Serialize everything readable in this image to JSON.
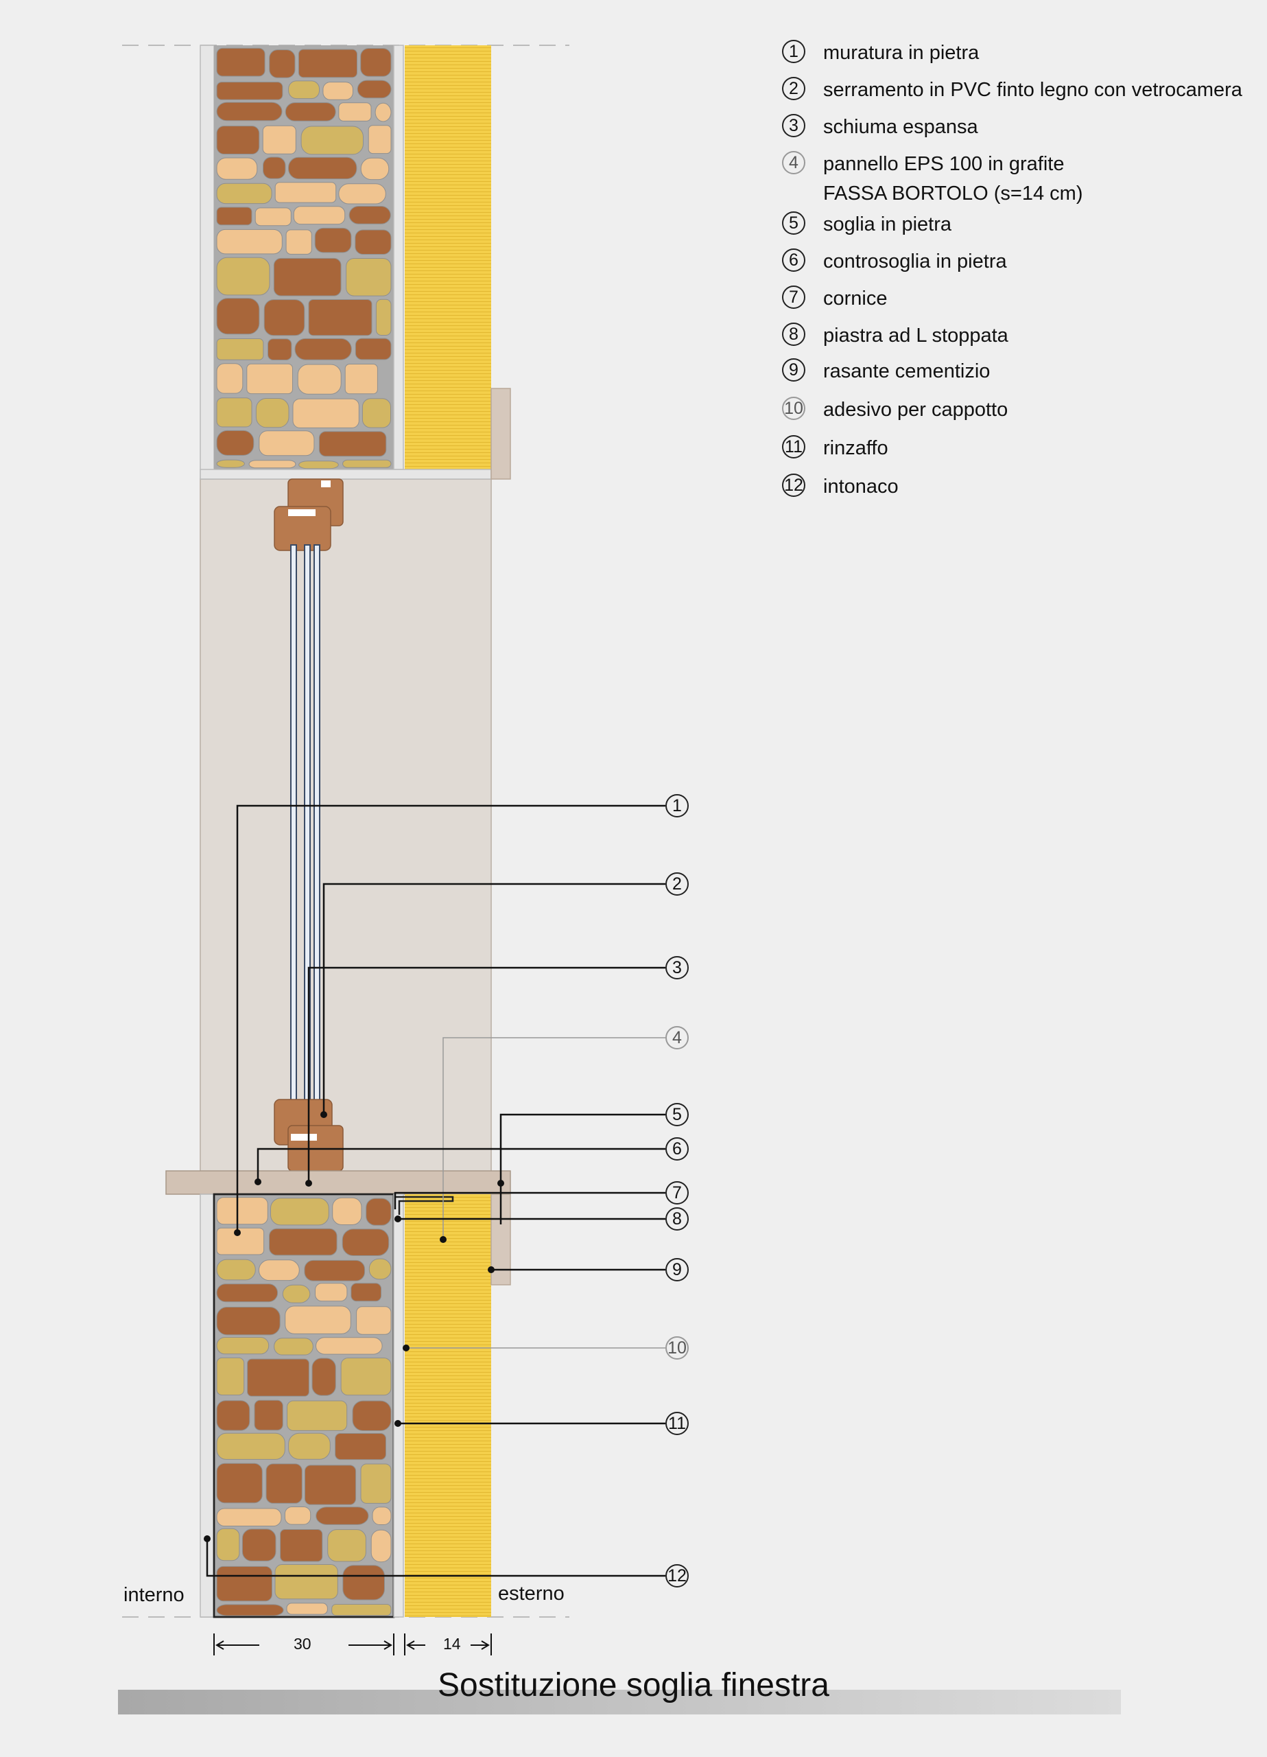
{
  "legend": [
    {
      "num": "1",
      "text": "muratura in pietra"
    },
    {
      "num": "2",
      "text": "serramento in PVC finto legno con vetrocamera"
    },
    {
      "num": "3",
      "text": "schiuma espansa"
    },
    {
      "num": "4",
      "text": "pannello EPS 100 in grafite\nFASSA BORTOLO (s=14 cm)"
    },
    {
      "num": "5",
      "text": "soglia in pietra"
    },
    {
      "num": "6",
      "text": "controsoglia in pietra"
    },
    {
      "num": "7",
      "text": "cornice"
    },
    {
      "num": "8",
      "text": "piastra ad L stoppata"
    },
    {
      "num": "9",
      "text": "rasante cementizio"
    },
    {
      "num": "10",
      "text": "adesivo per cappotto"
    },
    {
      "num": "11",
      "text": "rinzaffo"
    },
    {
      "num": "12",
      "text": "intonaco"
    }
  ],
  "labels": {
    "interior": "interno",
    "exterior": "esterno"
  },
  "dimensions": {
    "wall": "30",
    "insulation": "14"
  },
  "title": "Sostituzione soglia finestra",
  "colors": {
    "background": "#efefef",
    "mortar": "#ababab",
    "stone_light": "#f0c490",
    "stone_brown": "#a8663a",
    "stone_olive": "#d2b663",
    "insulation": "#f4cf4a",
    "wall_pale": "#e0dad4",
    "threshold": "#d2c2b4",
    "frame": "#b87a4e",
    "plaster": "#e6e6e6"
  }
}
